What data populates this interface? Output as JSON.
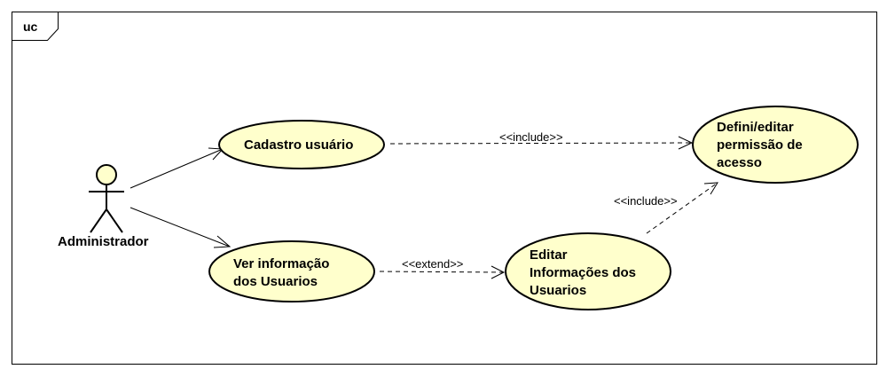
{
  "frame": {
    "label": "uc"
  },
  "actor": {
    "name": "Administrador"
  },
  "use_cases": {
    "cadastro": [
      "Cadastro usuário"
    ],
    "ver_info": [
      "Ver informação",
      "dos Usuarios"
    ],
    "editar": [
      "Editar",
      "Informações dos",
      "Usuarios"
    ],
    "permissao": [
      "Defini/editar",
      "permissão de",
      "acesso"
    ]
  },
  "relationships": {
    "include_cadastro_permissao": "<<include>>",
    "extend_ver_editar": "<<extend>>",
    "include_editar_permissao": "<<include>>"
  },
  "colors": {
    "use_case_fill": "#ffffcc",
    "stroke": "#000000",
    "background": "#ffffff"
  }
}
